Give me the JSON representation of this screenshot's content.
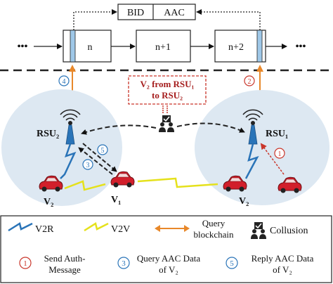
{
  "chain": {
    "header": {
      "bid": "BID",
      "aac": "AAC"
    },
    "blocks": [
      {
        "label": "n"
      },
      {
        "label": "n+1"
      },
      {
        "label": "n+2"
      }
    ],
    "ellipsis": "•••"
  },
  "steps": {
    "four": "4",
    "two": "2",
    "five": "5",
    "three": "3",
    "one": "1"
  },
  "note": {
    "line1": "V₂ from RSU₁",
    "line2": "to RSU₂"
  },
  "nodes": {
    "rsu2": "RSU₂",
    "rsu1": "RSU₁",
    "v2_left": "V₂",
    "v1": "V₁",
    "v2_right": "V₂"
  },
  "legend": {
    "v2r": "V2R",
    "v2v": "V2V",
    "query_line1": "Query",
    "query_line2": "blockchain",
    "collusion": "Collusion",
    "step1_line1": "Send Auth-",
    "step1_line2": "Message",
    "step3_line1": "Query AAC Data",
    "step3_line2": "of V₂",
    "step5_line1": "Reply AAC Data",
    "step5_line2": "of V₂",
    "num1": "1",
    "num3": "3",
    "num5": "5"
  },
  "colors": {
    "orange": "#e8882a",
    "blue": "#2a74b8",
    "red": "#c9362b",
    "yellow": "#e5e11c",
    "cloud": "#dde8f2",
    "block_stripe": "#9fc8e8"
  }
}
